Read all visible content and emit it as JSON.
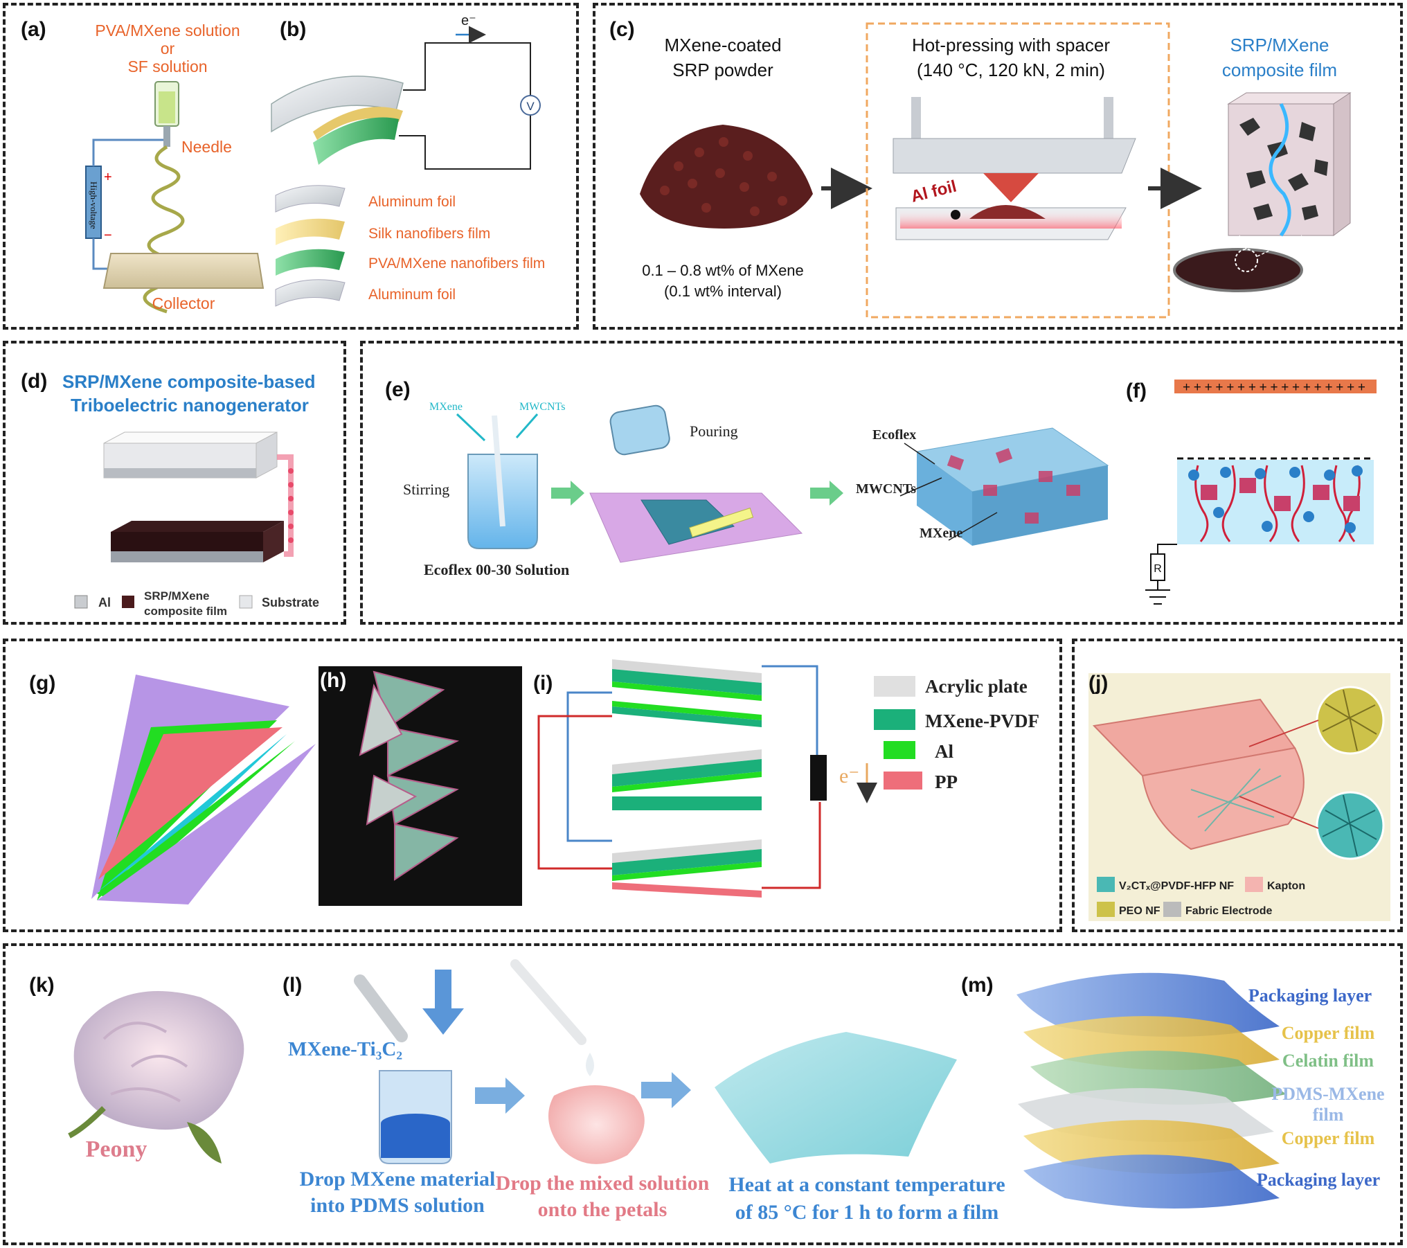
{
  "panels": {
    "a": {
      "label": "(a)",
      "title1": "PVA/MXene solution",
      "title2": "or",
      "title3": "SF solution",
      "needle": "Needle",
      "high_voltage": "High-voltage",
      "plus": "+",
      "minus": "−",
      "collector": "Collector"
    },
    "b": {
      "label": "(b)",
      "electron": "e⁻",
      "voltmeter": "V",
      "legend": [
        "Aluminum foil",
        "Silk nanofibers film",
        "PVA/MXene nanofibers film",
        "Aluminum foil"
      ]
    },
    "c": {
      "label": "(c)",
      "powder_title1": "MXene-coated",
      "powder_title2": "SRP powder",
      "powder_note1": "0.1 – 0.8 wt% of MXene",
      "powder_note2": "(0.1 wt% interval)",
      "press_title1": "Hot-pressing with spacer",
      "press_title2": "(140 °C, 120 kN, 2 min)",
      "al_foil": "Al foil",
      "result_title1": "SRP/MXene",
      "result_title2": "composite film"
    },
    "d": {
      "label": "(d)",
      "title1": "SRP/MXene composite-based",
      "title2": "Triboelectric nanogenerator",
      "legend_al": "Al",
      "legend_film1": "SRP/MXene",
      "legend_film2": "composite film",
      "legend_substrate": "Substrate"
    },
    "e": {
      "label": "(e)",
      "mxene": "MXene",
      "mwcnts": "MWCNTs",
      "stirring": "Stirring",
      "solution": "Ecoflex 00-30 Solution",
      "pouring": "Pouring",
      "ecoflex": "Ecoflex",
      "mwcnts2": "MWCNTs",
      "mxene2": "MXene"
    },
    "f": {
      "label": "(f)",
      "charges": "+++++++++++++++++",
      "resistor": "R"
    },
    "g": {
      "label": "(g)"
    },
    "h": {
      "label": "(h)"
    },
    "i": {
      "label": "(i)",
      "electron": "e⁻",
      "legend": [
        "Acrylic plate",
        "MXene-PVDF",
        "Al",
        "PP"
      ]
    },
    "j": {
      "label": "(j)",
      "legend_nf": "V₂CTₓ@PVDF-HFP NF",
      "legend_kapton": "Kapton",
      "legend_peo": "PEO NF",
      "legend_fabric": "Fabric Electrode"
    },
    "k": {
      "label": "(k)",
      "peony": "Peony"
    },
    "l": {
      "label": "(l)",
      "mxene_ti3c2": "MXene-Ti₃C₂",
      "step1a": "Drop MXene material",
      "step1b": "into PDMS solution",
      "step2a": "Drop the mixed solution",
      "step2b": "onto the petals",
      "step3a": "Heat at a constant temperature",
      "step3b": "of 85 °C for 1 h to form a film"
    },
    "m": {
      "label": "(m)",
      "layers": [
        "Packaging layer",
        "Copper film",
        "Celatin film",
        "PDMS-MXene",
        "film",
        "Copper film",
        "Packaging layer"
      ]
    }
  },
  "colors": {
    "orange_text": "#e8632a",
    "blue_text": "#2a7fc8",
    "mxene_green": "#1bb07a",
    "al_green": "#22dd22",
    "pp_pink": "#ee6e7a",
    "purple": "#b795e6",
    "packaging_blue": "#3c68c8",
    "copper_gold": "#e6c24a",
    "celatin_green": "#7fbf86",
    "peony_pink": "#dd7c8c",
    "step_blue": "#3c86d2",
    "step_pink": "#e27a86"
  }
}
